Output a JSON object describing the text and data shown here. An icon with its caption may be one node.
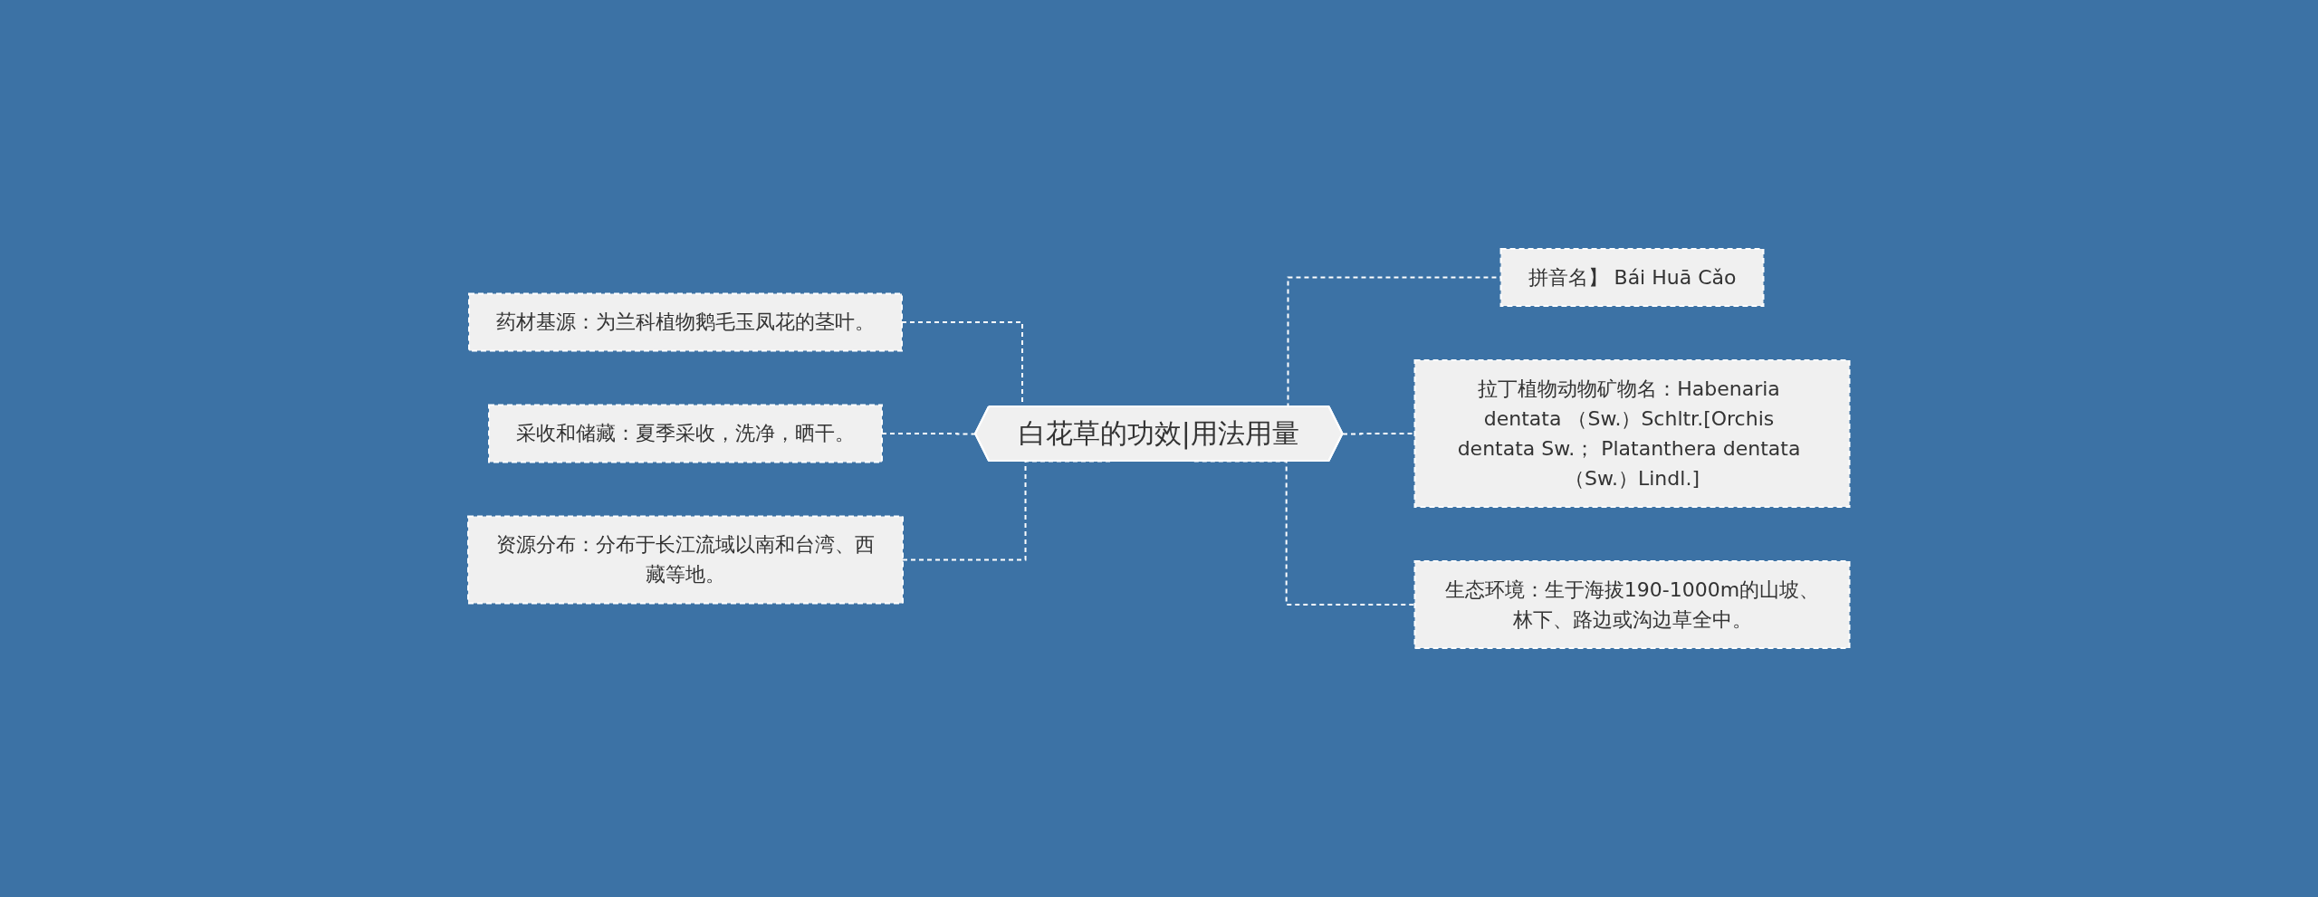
{
  "diagram": {
    "nodes": [
      {
        "text": [
          "白花草的功效|用法用量"
        ]
      },
      {
        "text": [
          "药材基源：为兰科植物鹅毛玉凤花的茎叶。"
        ]
      },
      {
        "text": [
          "采收和储藏：夏季采收，洗净，晒干。"
        ]
      },
      {
        "text": [
          "资源分布：分布于长江流域以南和台湾、西藏等地。"
        ]
      },
      {
        "text": [
          "拼音名】 Bái Huā Cǎo"
        ]
      },
      {
        "text": [
          "拉丁植物动物矿物名：Habenaria dentata （Sw.）Schltr.[Orchis dentata Sw.； Platanthera dentata （Sw.）Lindl.]"
        ]
      },
      {
        "text": [
          "生态环境：生于海拔190-1000m的山坡、林下、路边或沟边草全中。"
        ]
      }
    ],
    "edges": [
      {
        "from": 0,
        "to": 1,
        "arrow": "none",
        "style": "dashed"
      },
      {
        "from": 0,
        "to": 2,
        "arrow": "none",
        "style": "dashed"
      },
      {
        "from": 0,
        "to": 3,
        "arrow": "none",
        "style": "dashed"
      },
      {
        "from": 0,
        "to": 4,
        "arrow": "none",
        "style": "dashed"
      },
      {
        "from": 0,
        "to": 5,
        "arrow": "none",
        "style": "dashed"
      },
      {
        "from": 0,
        "to": 6,
        "arrow": "none",
        "style": "dashed"
      }
    ]
  }
}
